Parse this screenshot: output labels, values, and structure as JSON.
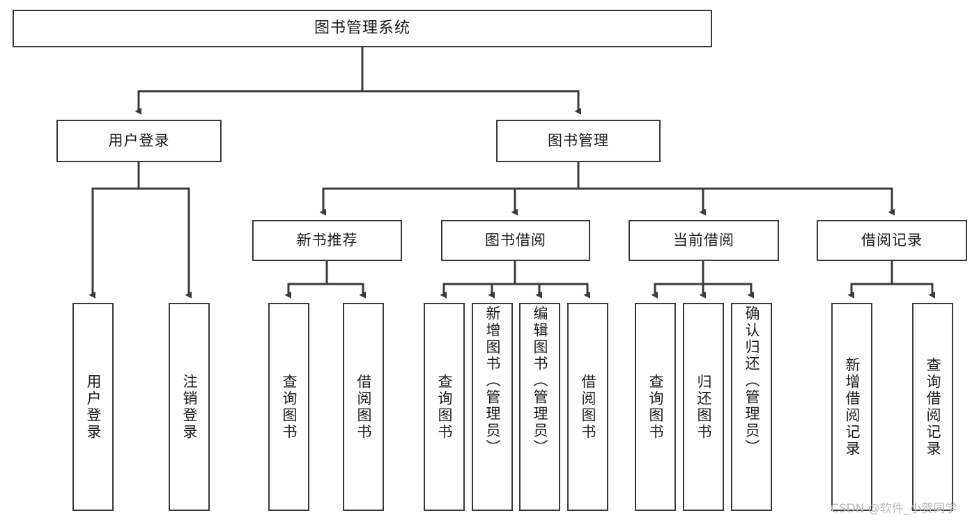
{
  "diagram": {
    "title": "图书管理系统",
    "type": "hierarchy-tree",
    "watermark": "CSDN @软件_小贺同学",
    "colors": {
      "box_border": "#3a3a3a",
      "box_fill": "#ffffff",
      "connector": "#3a3a3a",
      "text": "#1b1b1b",
      "watermark": "#b9b9b9",
      "background": "#ffffff"
    },
    "root": {
      "label": "图书管理系统"
    },
    "level2": [
      {
        "label": "用户登录"
      },
      {
        "label": "图书管理"
      }
    ],
    "level3": [
      {
        "label": "新书推荐"
      },
      {
        "label": "图书借阅"
      },
      {
        "label": "当前借阅"
      },
      {
        "label": "借阅记录"
      }
    ],
    "leaves": {
      "user_login": [
        {
          "label": "用户登录"
        },
        {
          "label": "注销登录"
        }
      ],
      "new_book_recommend": [
        {
          "label": "查询图书"
        },
        {
          "label": "借阅图书"
        }
      ],
      "book_borrow": [
        {
          "label": "查询图书"
        },
        {
          "label": "新增图书（管理员）"
        },
        {
          "label": "编辑图书（管理员）"
        },
        {
          "label": "借阅图书"
        }
      ],
      "current_borrow": [
        {
          "label": "查询图书"
        },
        {
          "label": "归还图书"
        },
        {
          "label": "确认归还（管理员）"
        }
      ],
      "borrow_record": [
        {
          "label": "新增借阅记录"
        },
        {
          "label": "查询借阅记录"
        }
      ]
    }
  }
}
